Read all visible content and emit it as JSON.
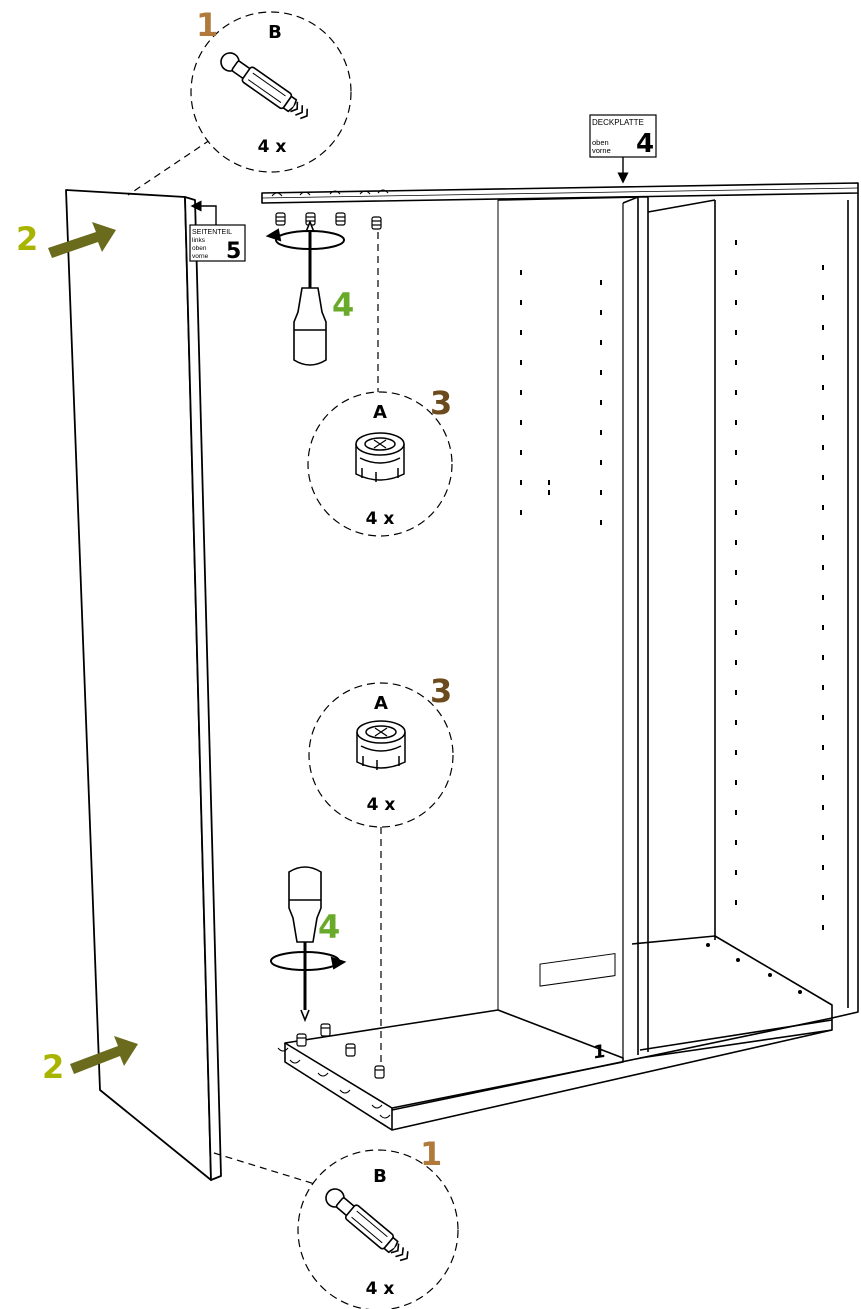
{
  "colors": {
    "line": "#000000",
    "step1": "#b07a3c",
    "step2": "#a8b400",
    "step3": "#6b4a1e",
    "step4": "#6aaa2a",
    "arrow": "#6b6b1e",
    "background": "#ffffff"
  },
  "steps": {
    "s1": "1",
    "s2": "2",
    "s3": "3",
    "s4": "4"
  },
  "parts": {
    "B": {
      "letter": "B",
      "qty": "4 x",
      "icon": "dowel-pin-icon"
    },
    "A": {
      "letter": "A",
      "qty": "4 x",
      "icon": "cam-lock-icon"
    }
  },
  "labels": {
    "deckplatte": {
      "name": "DECKPLATTE",
      "line1": "oben",
      "line2": "vorne",
      "number": "4"
    },
    "seitenteil": {
      "name": "SEITENTEIL",
      "line1": "links",
      "line2": "oben",
      "line3": "vorne",
      "number": "5"
    },
    "bottom": {
      "number": "1"
    }
  },
  "tools": {
    "screwdriver": "screwdriver-icon",
    "rotate": "rotate-arrow-icon"
  }
}
